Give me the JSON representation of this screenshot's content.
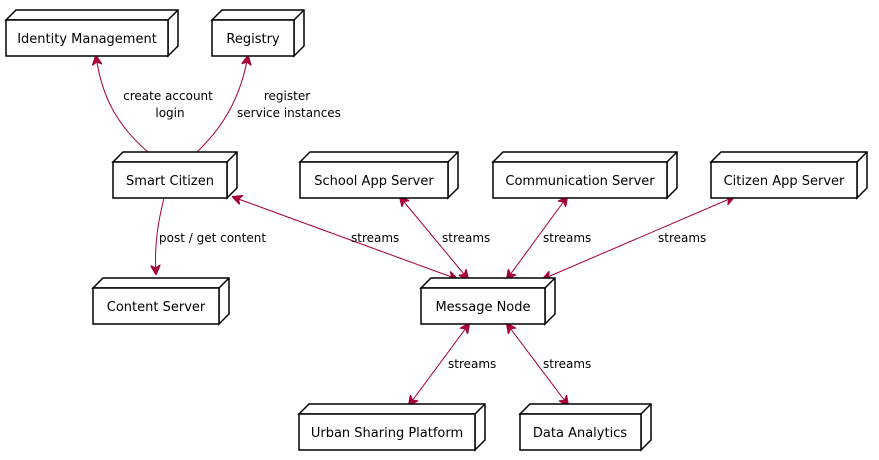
{
  "diagram": {
    "nodes": {
      "identity": {
        "label": "Identity Management"
      },
      "registry": {
        "label": "Registry"
      },
      "smart_citizen": {
        "label": "Smart Citizen"
      },
      "school_app": {
        "label": "School App Server"
      },
      "communication": {
        "label": "Communication Server"
      },
      "citizen_app": {
        "label": "Citizen App Server"
      },
      "content_server": {
        "label": "Content Server"
      },
      "message_node": {
        "label": "Message Node"
      },
      "urban_sharing": {
        "label": "Urban Sharing Platform"
      },
      "data_analytics": {
        "label": "Data Analytics"
      }
    },
    "edges": {
      "sc_identity": {
        "line1": "create account",
        "line2": "login"
      },
      "sc_registry": {
        "line1": "register",
        "line2": "service instances"
      },
      "sc_content": {
        "label": "post / get content"
      },
      "sc_message": {
        "label": "streams"
      },
      "school_message": {
        "label": "streams"
      },
      "comm_message": {
        "label": "streams"
      },
      "citizen_message": {
        "label": "streams"
      },
      "message_urban": {
        "label": "streams"
      },
      "message_analytics": {
        "label": "streams"
      }
    },
    "colors": {
      "edge": "#a80036",
      "node_border": "#000000",
      "node_fill": "#ffffff"
    }
  }
}
